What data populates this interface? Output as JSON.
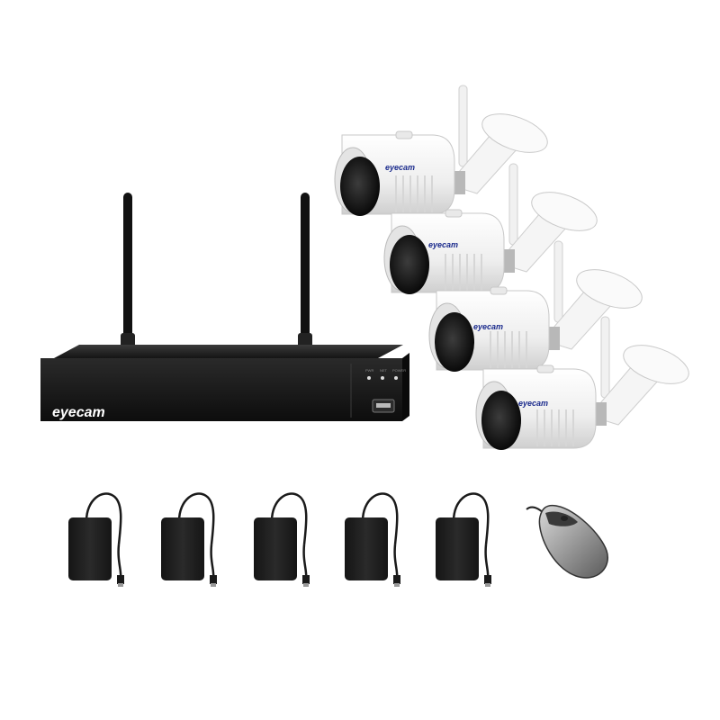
{
  "nvr": {
    "brand": "eyecam",
    "indicator_labels": [
      "PWR",
      "NET",
      "POWER"
    ]
  },
  "cameras": [
    {
      "brand": "eyecam"
    },
    {
      "brand": "eyecam"
    },
    {
      "brand": "eyecam"
    },
    {
      "brand": "eyecam"
    }
  ],
  "accessories": {
    "power_adapters": 5,
    "mouse": 1
  },
  "colors": {
    "nvr_body": "#1b1b1b",
    "camera_body": "#f2f2f2",
    "camera_brand_text": "#1a2a8c",
    "adapter": "#202020",
    "mouse_body": "#9a9a9a"
  }
}
